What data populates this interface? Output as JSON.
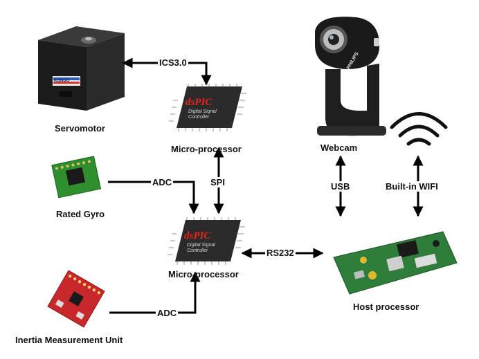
{
  "nodes": {
    "servomotor": {
      "label": "Servomotor",
      "brand_text": "KONDO"
    },
    "micro_processor_top": {
      "label": "Micro-processor",
      "chip_brand": "dsPIC",
      "chip_sub": "Digital Signal Controller"
    },
    "rated_gyro": {
      "label": "Rated Gyro"
    },
    "micro_processor_bottom": {
      "label": "Micro-processor",
      "chip_brand": "dsPIC",
      "chip_sub": "Digital Signal Controller"
    },
    "imu": {
      "label": "Inertia Measurement Unit"
    },
    "webcam": {
      "label": "Webcam",
      "brand_text": "PHILIPS"
    },
    "wifi": {
      "icon": "wifi-icon"
    },
    "host_processor": {
      "label": "Host processor"
    }
  },
  "edges": {
    "ics": "ICS3.0",
    "spi": "SPI",
    "adc_gyro": "ADC",
    "adc_imu": "ADC",
    "rs232": "RS232",
    "usb": "USB",
    "wifi": "Built-in WIFI"
  },
  "colors": {
    "line": "#000000",
    "chip_body": "#2b2b2b",
    "chip_brand_red": "#e8231c",
    "gyro_board": "#2f8f2f",
    "imu_board": "#c8282c",
    "host_board": "#2e7d3a"
  }
}
